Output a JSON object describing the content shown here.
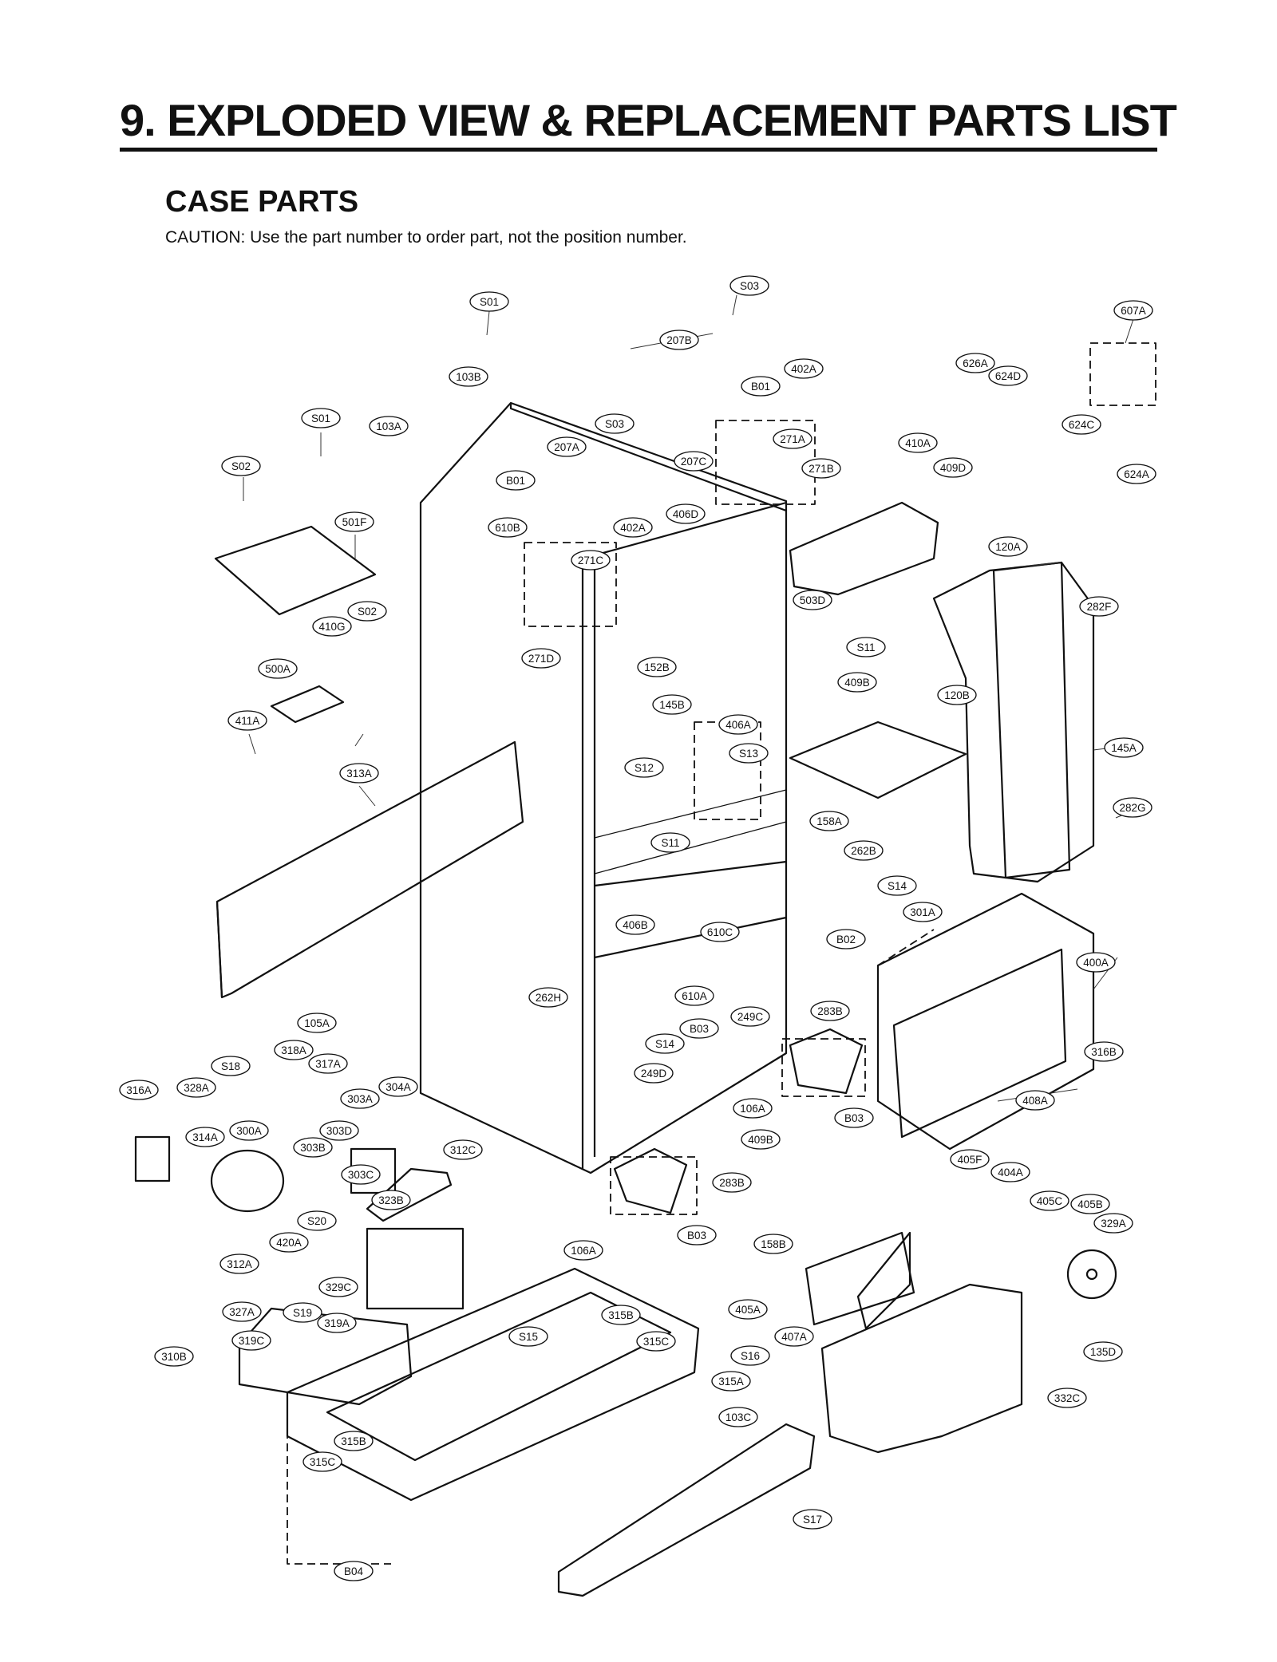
{
  "page": {
    "title": "9. EXPLODED VIEW & REPLACEMENT PARTS LIST",
    "section": "CASE PARTS",
    "caution": "CAUTION: Use the part number to order part, not the position number."
  },
  "labels": [
    "S03",
    "S01",
    "607A",
    "207B",
    "402A",
    "103B",
    "B01",
    "626A",
    "624D",
    "S01",
    "103A",
    "S03",
    "271A",
    "410A",
    "624C",
    "207A",
    "207C",
    "271B",
    "409D",
    "S02",
    "B01",
    "624A",
    "501F",
    "406D",
    "610B",
    "402A",
    "271C",
    "120A",
    "503D",
    "S02",
    "410G",
    "282F",
    "271D",
    "S11",
    "152B",
    "500A",
    "409B",
    "120B",
    "145B",
    "406A",
    "411A",
    "S13",
    "145A",
    "313A",
    "S12",
    "158A",
    "282G",
    "S11",
    "262B",
    "S14",
    "301A",
    "406B",
    "610C",
    "B02",
    "400A",
    "262H",
    "610A",
    "249C",
    "B03",
    "S14",
    "283B",
    "105A",
    "316B",
    "249D",
    "318A",
    "S18",
    "317A",
    "328A",
    "304A",
    "316A",
    "303A",
    "408A",
    "106A",
    "B03",
    "300A",
    "303D",
    "314A",
    "409B",
    "303B",
    "312C",
    "405F",
    "303C",
    "404A",
    "323B",
    "283B",
    "405C",
    "405B",
    "S20",
    "B03",
    "329A",
    "420A",
    "158B",
    "106A",
    "312A",
    "329C",
    "405A",
    "327A",
    "S19",
    "319A",
    "315B",
    "407A",
    "319C",
    "S15",
    "315C",
    "135D",
    "310B",
    "S16",
    "315A",
    "332C",
    "103C",
    "315B",
    "315C",
    "S17",
    "B04"
  ]
}
